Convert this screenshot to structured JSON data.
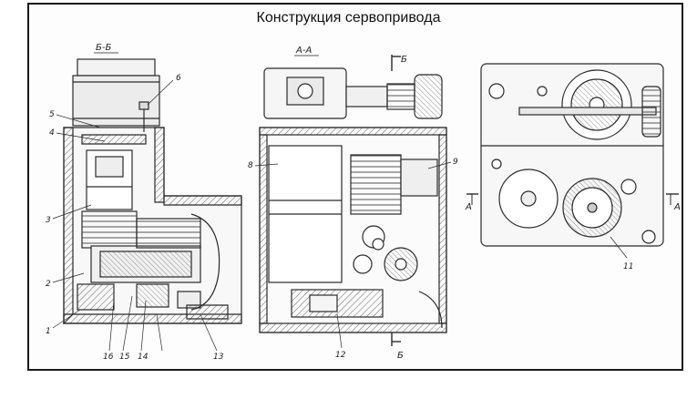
{
  "title": "Конструкция сервопривода",
  "views": {
    "left": {
      "section_label": "Б-Б"
    },
    "middle": {
      "section_label": "А-А",
      "cut_top": "Б",
      "cut_bottom": "Б"
    },
    "right": {
      "cut_left": "А",
      "cut_right": "А"
    }
  },
  "callouts": {
    "c1": "1",
    "c2": "2",
    "c3": "3",
    "c4": "4",
    "c5": "5",
    "c6": "6",
    "c8": "8",
    "c9": "9",
    "c11": "11",
    "c12": "12",
    "c13": "13",
    "c14": "14",
    "c15": "15",
    "c16": "16"
  },
  "colors": {
    "ink": "#2a2a2a",
    "hatch": "#6a6a6a",
    "paper": "#ffffff"
  }
}
